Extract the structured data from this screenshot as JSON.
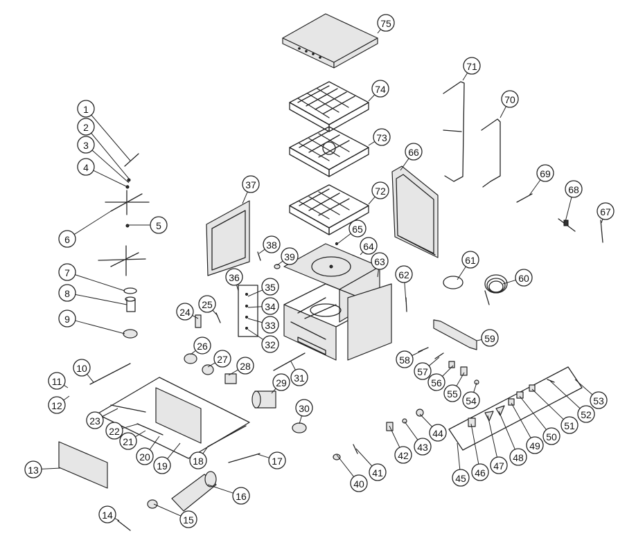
{
  "callouts": [
    "1",
    "2",
    "3",
    "4",
    "5",
    "6",
    "7",
    "8",
    "9",
    "10",
    "11",
    "12",
    "13",
    "14",
    "15",
    "16",
    "17",
    "18",
    "19",
    "20",
    "21",
    "22",
    "23",
    "24",
    "25",
    "26",
    "27",
    "28",
    "29",
    "30",
    "31",
    "32",
    "33",
    "34",
    "35",
    "36",
    "37",
    "38",
    "39",
    "40",
    "41",
    "42",
    "43",
    "44",
    "45",
    "46",
    "47",
    "48",
    "49",
    "50",
    "51",
    "52",
    "53",
    "54",
    "55",
    "56",
    "57",
    "58",
    "59",
    "60",
    "61",
    "62",
    "63",
    "64",
    "65",
    "66",
    "67",
    "68",
    "69",
    "70",
    "71",
    "72",
    "73",
    "74",
    "75"
  ]
}
